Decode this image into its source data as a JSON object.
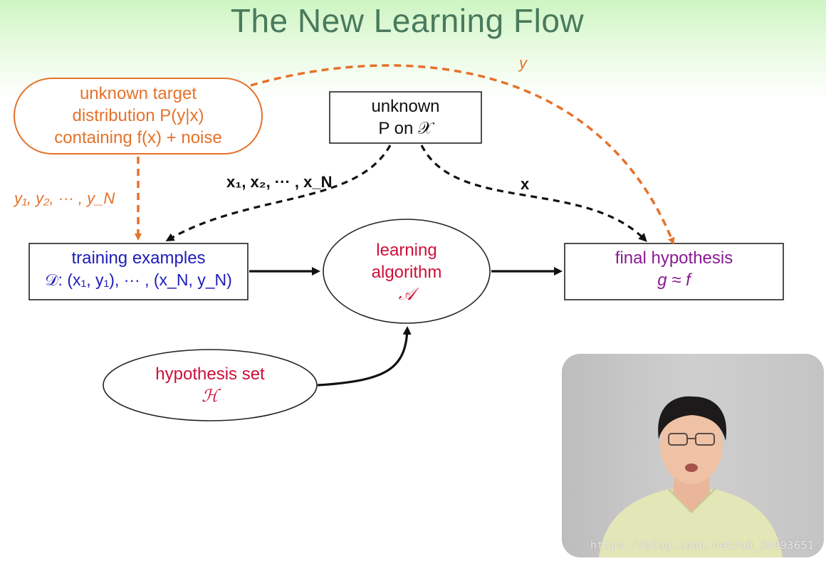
{
  "title": "The New Learning Flow",
  "nodes": {
    "target": {
      "line1": "unknown target",
      "line2": "distribution P(y|x)",
      "line3": "containing f(x) + noise"
    },
    "input_dist": {
      "line1": "unknown",
      "line2": "P on 𝒳"
    },
    "training": {
      "line1": "training examples",
      "line2": "𝒟: (x₁, y₁), ··· , (x_N, y_N)"
    },
    "algorithm": {
      "line1": "learning",
      "line2": "algorithm",
      "line3": "𝒜"
    },
    "final": {
      "line1": "final hypothesis",
      "line2": "g ≈ f"
    },
    "hypothesis_set": {
      "line1": "hypothesis set",
      "line2": "ℋ"
    }
  },
  "edge_labels": {
    "y": "y",
    "ys": "y₁, y₂, ··· , y_N",
    "xs": "x₁, x₂, ··· , x_N",
    "x": "x"
  },
  "watermark": "https://blog.csdn.net/u0_34993651",
  "colors": {
    "orange": "#e5722a",
    "blue": "#1d1db8",
    "red": "#cc1039",
    "purple": "#8a1a93",
    "title_green": "#4a7a5d"
  }
}
